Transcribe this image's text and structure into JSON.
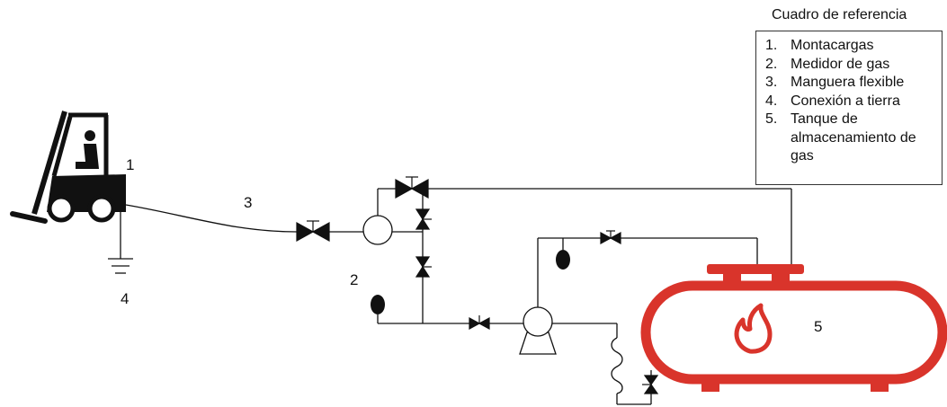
{
  "legend": {
    "title": "Cuadro de referencia",
    "items": [
      {
        "num": "1.",
        "label": "Montacargas"
      },
      {
        "num": "2.",
        "label": "Medidor de gas"
      },
      {
        "num": "3.",
        "label": "Manguera flexible"
      },
      {
        "num": "4.",
        "label": "Conexión a tierra"
      },
      {
        "num": "5.",
        "label": "Tanque de almacenamiento de gas"
      }
    ]
  },
  "labels": {
    "forklift": "1",
    "meter": "2",
    "hose": "3",
    "ground": "4",
    "tank": "5"
  },
  "icons": {
    "forklift": "forklift-icon",
    "meter": "gas-meter-icon",
    "pump": "pump-icon",
    "tank": "gas-tank-icon",
    "flame": "flame-icon",
    "valve": "valve-icon",
    "ground": "ground-icon"
  },
  "colors": {
    "tank": "#d9342b",
    "lines": "#111111"
  }
}
